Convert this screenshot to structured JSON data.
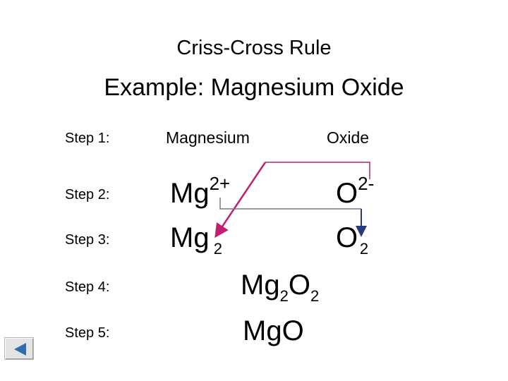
{
  "slide": {
    "title": "Criss-Cross Rule",
    "subtitle": "Example:  Magnesium Oxide"
  },
  "steps": [
    {
      "label": "Step 1:"
    },
    {
      "label": "Step 2:"
    },
    {
      "label": "Step 3:"
    },
    {
      "label": "Step 4:"
    },
    {
      "label": "Step 5:"
    }
  ],
  "step1": {
    "cation_name": "Magnesium",
    "anion_name": "Oxide"
  },
  "step2": {
    "cation_symbol": "Mg",
    "cation_charge": "2+",
    "anion_symbol": "O",
    "anion_charge": "2-"
  },
  "step3": {
    "cation_symbol": "Mg",
    "cation_subscript": "2",
    "anion_symbol": "O",
    "anion_subscript": "2"
  },
  "step4": {
    "el1": "Mg",
    "sub1": "2",
    "el2": "O",
    "sub2": "2"
  },
  "step5": {
    "formula": "MgO"
  },
  "colors": {
    "arrow_magenta": "#c0206e",
    "arrow_navy": "#2b3a7a",
    "connector_gray": "#7a7a8a",
    "button_arrow": "#2e6fb0"
  },
  "icons": {
    "back": "back-arrow-icon"
  }
}
